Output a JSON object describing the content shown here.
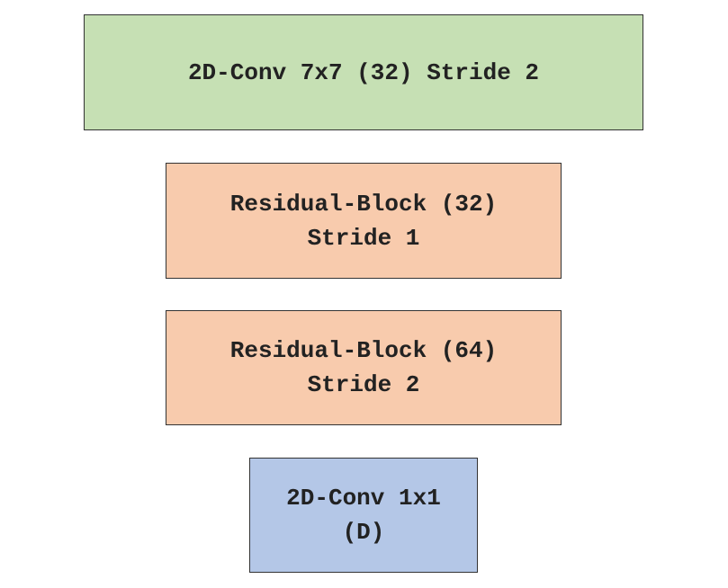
{
  "blocks": [
    {
      "label": "2D-Conv 7x7 (32) Stride 2",
      "fill": "#c6e0b4"
    },
    {
      "label": "Residual-Block (32)\nStride 1",
      "fill": "#f8cbad"
    },
    {
      "label": "Residual-Block (64)\nStride 2",
      "fill": "#f8cbad"
    },
    {
      "label": "2D-Conv 1x1\n(D)",
      "fill": "#b4c7e7"
    }
  ]
}
